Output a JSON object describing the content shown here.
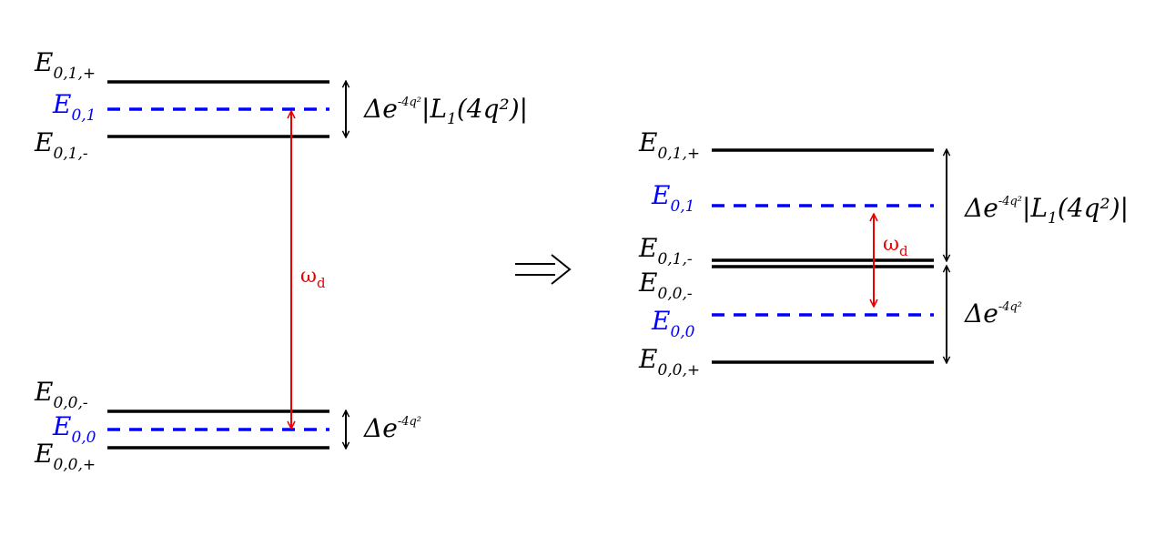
{
  "colors": {
    "level": "#000000",
    "unperturbed": "#0000ff",
    "drive": "#ee0000"
  },
  "left": {
    "labels": {
      "e01p": {
        "main": "E",
        "sub": "0,1,+"
      },
      "e01": {
        "main": "E",
        "sub": "0,1"
      },
      "e01m": {
        "main": "E",
        "sub": "0,1,-"
      },
      "e00m": {
        "main": "E",
        "sub": "0,0,-"
      },
      "e00": {
        "main": "E",
        "sub": "0,0"
      },
      "e00p": {
        "main": "E",
        "sub": "0,0,+"
      }
    },
    "split_top": {
      "delta": "Δ",
      "e": "e",
      "exp": "-4q²",
      "tail_a": "|L",
      "tail_sub": "1",
      "tail_b": "(4q²)|"
    },
    "split_bottom": {
      "delta": "Δ",
      "e": "e",
      "exp": "-4q²"
    },
    "drive": {
      "main": "ω",
      "sub": "d"
    }
  },
  "implies": "⟹",
  "right": {
    "labels": {
      "e01p": {
        "main": "E",
        "sub": "0,1,+"
      },
      "e01": {
        "main": "E",
        "sub": "0,1"
      },
      "e01m": {
        "main": "E",
        "sub": "0,1,-"
      },
      "e00m": {
        "main": "E",
        "sub": "0,0,-"
      },
      "e00": {
        "main": "E",
        "sub": "0,0"
      },
      "e00p": {
        "main": "E",
        "sub": "0,0,+"
      }
    },
    "split_top": {
      "delta": "Δ",
      "e": "e",
      "exp": "-4q²",
      "tail_a": "|L",
      "tail_sub": "1",
      "tail_b": "(4q²)|"
    },
    "split_bottom": {
      "delta": "Δ",
      "e": "e",
      "exp": "-4q²"
    },
    "drive": {
      "main": "ω",
      "sub": "d"
    }
  }
}
